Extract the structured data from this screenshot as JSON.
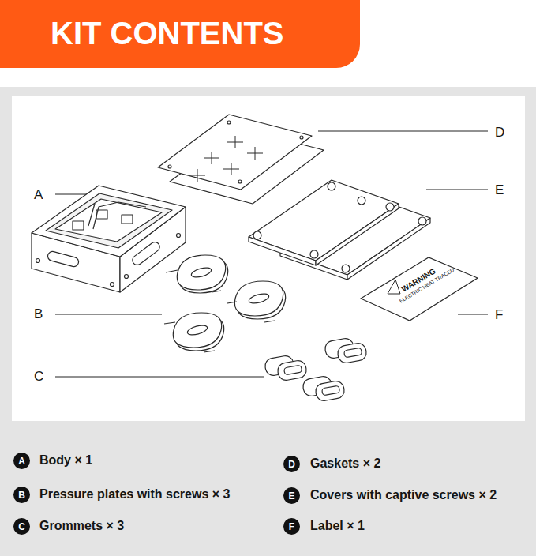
{
  "diagram": {
    "title": "KIT CONTENTS",
    "nodes": [
      {
        "text": [
          "WARNING",
          "ELECTRIC HEAT TRACED"
        ]
      },
      {
        "text": [
          "A"
        ]
      },
      {
        "text": [
          "D"
        ]
      },
      {
        "text": [
          "B"
        ]
      },
      {
        "text": [
          "E"
        ]
      },
      {
        "text": [
          "C"
        ]
      },
      {
        "text": [
          "F"
        ]
      }
    ],
    "labels": [
      "D",
      "A",
      "E",
      "B",
      "F",
      "C",
      "Body × 1",
      "Gaskets × 2",
      "Pressure plates with screws × 3",
      "Covers with captive screws × 2",
      "Grommets × 3",
      "Label × 1"
    ]
  }
}
